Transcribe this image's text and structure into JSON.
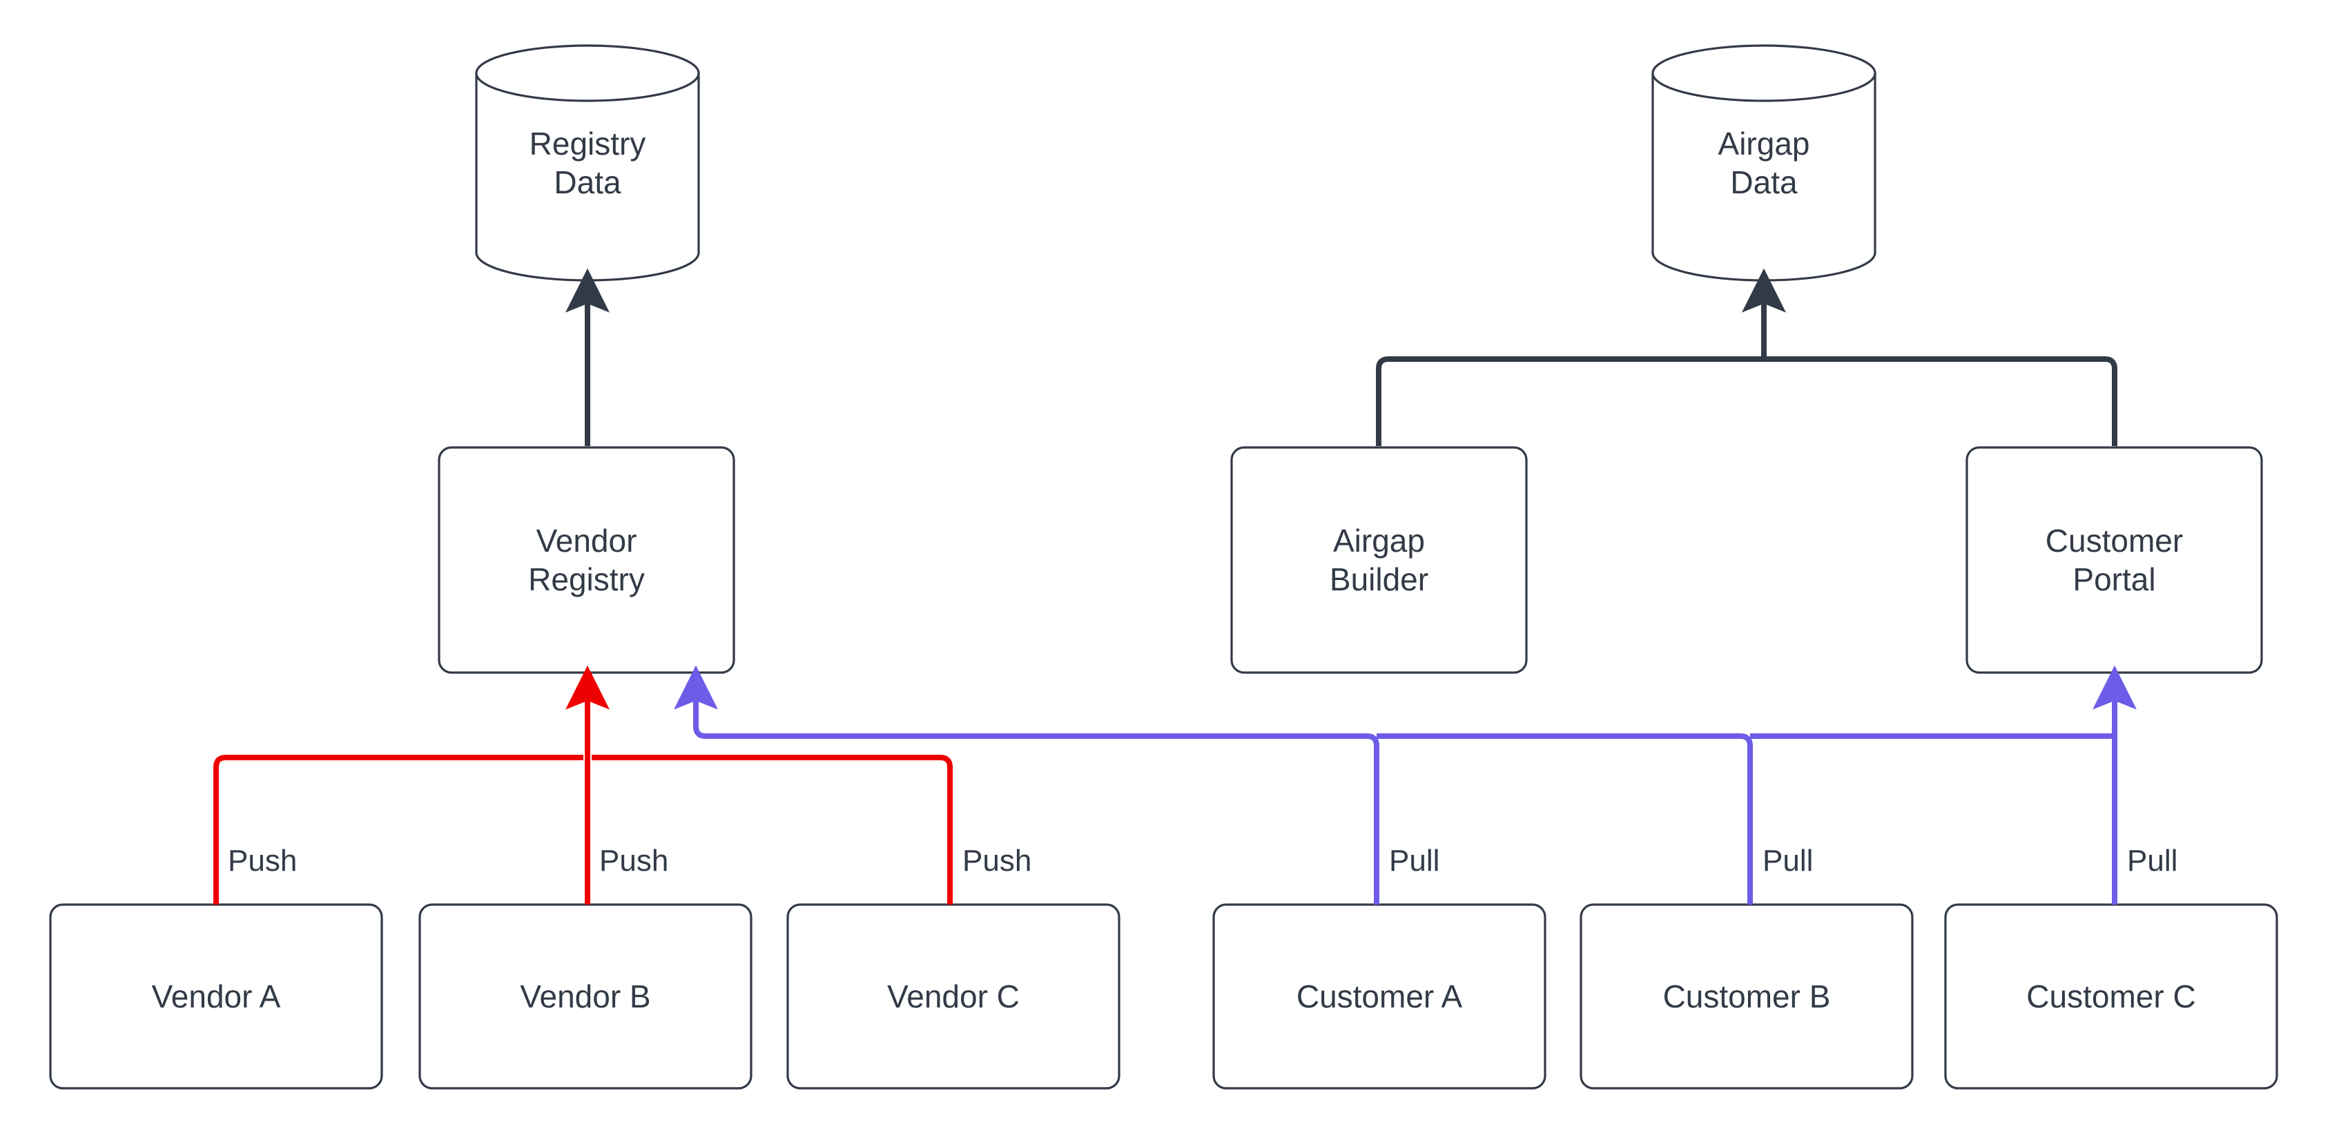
{
  "diagram": {
    "background_color": "#ffffff",
    "stroke_color": "#333a47",
    "text_color": "#333a47",
    "push_color": "#ee0000",
    "pull_color": "#6c5ce7",
    "nodes": {
      "registry_data": {
        "label": "Registry\nData",
        "shape": "cylinder"
      },
      "airgap_data": {
        "label": "Airgap\nData",
        "shape": "cylinder"
      },
      "vendor_registry": {
        "label": "Vendor\nRegistry",
        "shape": "rounded-rect"
      },
      "airgap_builder": {
        "label": "Airgap\nBuilder",
        "shape": "rounded-rect"
      },
      "customer_portal": {
        "label": "Customer\nPortal",
        "shape": "rounded-rect"
      },
      "vendor_a": {
        "label": "Vendor A",
        "shape": "rounded-rect"
      },
      "vendor_b": {
        "label": "Vendor B",
        "shape": "rounded-rect"
      },
      "vendor_c": {
        "label": "Vendor C",
        "shape": "rounded-rect"
      },
      "customer_a": {
        "label": "Customer A",
        "shape": "rounded-rect"
      },
      "customer_b": {
        "label": "Customer B",
        "shape": "rounded-rect"
      },
      "customer_c": {
        "label": "Customer C",
        "shape": "rounded-rect"
      }
    },
    "edge_labels": {
      "push_a": "Push",
      "push_b": "Push",
      "push_c": "Push",
      "pull_a": "Pull",
      "pull_b": "Pull",
      "pull_c": "Pull"
    }
  }
}
